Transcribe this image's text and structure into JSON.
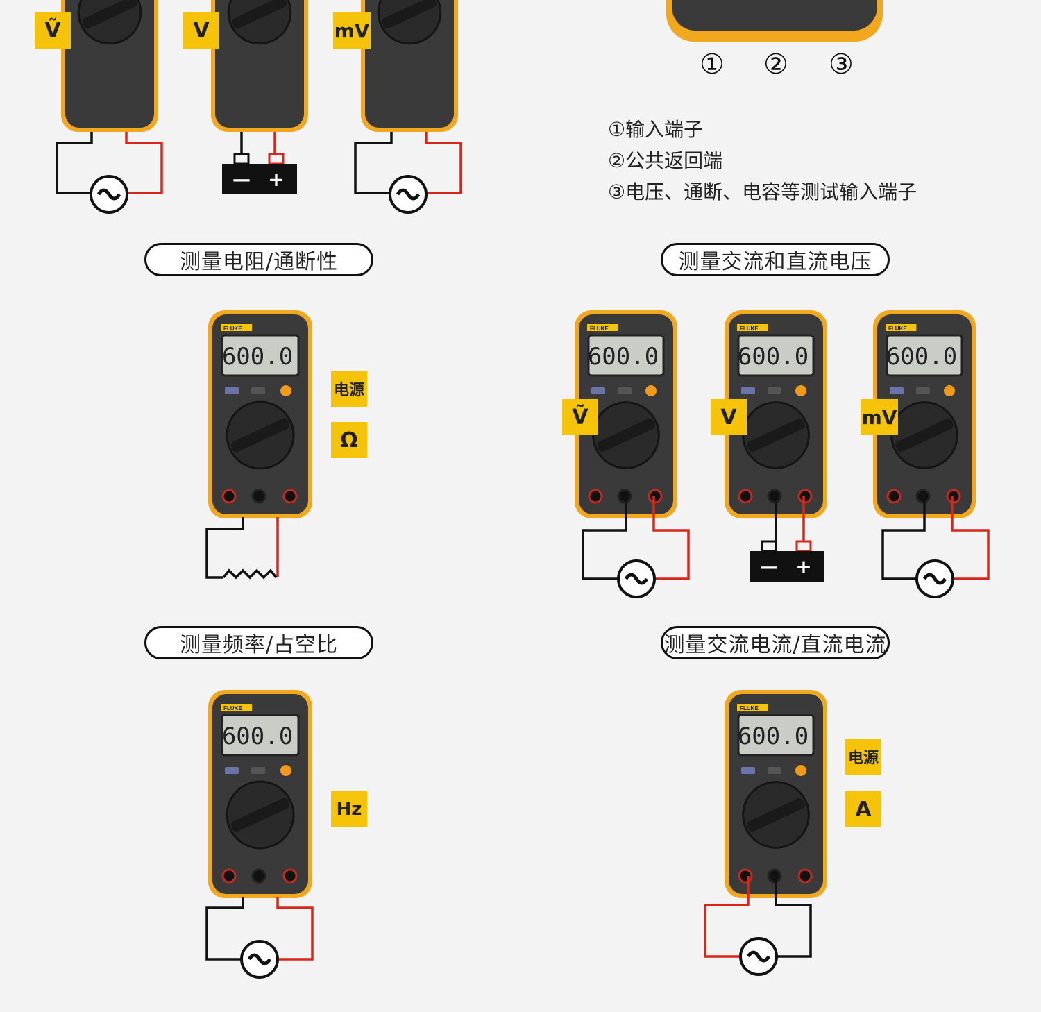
{
  "terminals": {
    "numbers": [
      "①",
      "②",
      "③"
    ],
    "legend": [
      "①输入端子",
      "②公共返回端",
      "③电压、通断、电容等测试输入端子"
    ]
  },
  "sections": {
    "resistance": {
      "title": "测量电阻/通断性",
      "badges": [
        "电源",
        "Ω"
      ]
    },
    "voltage": {
      "title": "测量交流和直流电压",
      "badges": [
        "Ṽ",
        "V",
        "mV"
      ]
    },
    "frequency": {
      "title": "测量频率/占空比",
      "badges": [
        "Hz"
      ]
    },
    "current": {
      "title": "测量交流电流/直流电流",
      "badges": [
        "电源",
        "A"
      ]
    }
  },
  "top_badges": [
    "Ṽ",
    "V",
    "mV"
  ],
  "meter": {
    "display": "600.0",
    "brand": "FLUKE"
  },
  "battery": {
    "minus": "—",
    "plus": "+"
  },
  "colors": {
    "accent": "#f5c40a",
    "meter_body": "#3a3a3a",
    "meter_border": "#f2a81e",
    "wire_red": "#d8261b",
    "wire_black": "#111111"
  },
  "icons": [
    "ac-source-icon",
    "battery-icon",
    "resistor-icon",
    "multimeter-icon",
    "rotary-dial-icon"
  ]
}
